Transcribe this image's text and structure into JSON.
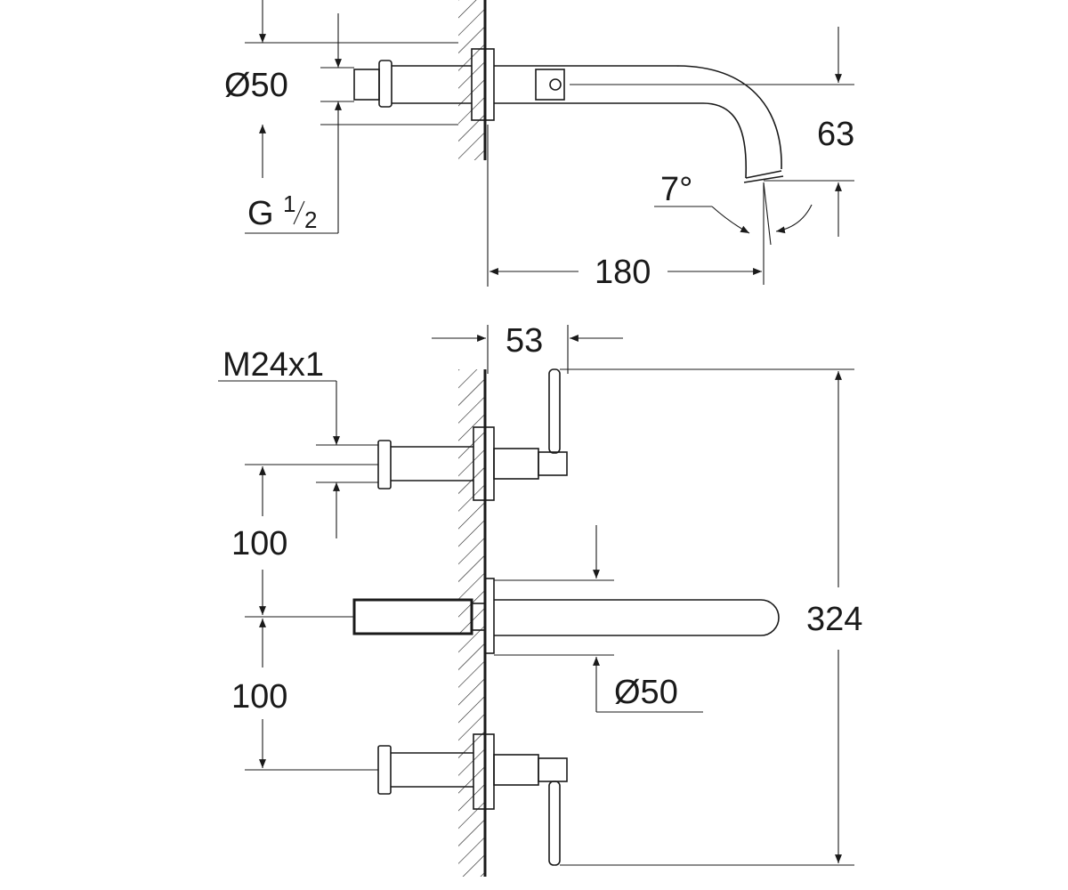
{
  "top_view": {
    "dim_diameter": "Ø50",
    "dim_thread_main": "G",
    "dim_thread_num": "1",
    "dim_thread_den": "2",
    "dim_angle": "7°",
    "dim_length": "180",
    "dim_height": "63"
  },
  "front_view": {
    "dim_depth": "53",
    "dim_thread": "M24x1",
    "dim_spacing_upper": "100",
    "dim_spacing_lower": "100",
    "dim_diameter": "Ø50",
    "dim_total_height": "324"
  }
}
